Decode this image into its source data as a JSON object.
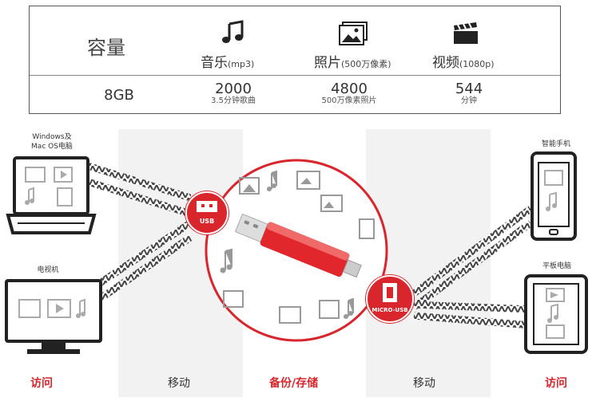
{
  "table": {
    "header_capacity": "容量",
    "columns": [
      {
        "icon": "music-note-icon",
        "label": "音乐",
        "label_small": "(mp3)",
        "value": "2000",
        "sub": "3.5分钟歌曲"
      },
      {
        "icon": "photo-icon",
        "label": "照片",
        "label_small": "(500万像素)",
        "value": "4800",
        "sub": "500万像素照片"
      },
      {
        "icon": "clapperboard-icon",
        "label": "视频",
        "label_small": "(1080p)",
        "value": "544",
        "sub": "分钟"
      }
    ],
    "capacity_value": "8GB"
  },
  "devices": {
    "laptop": "Windows及\nMac OS电脑",
    "tv": "电视机",
    "phone": "智能手机",
    "tablet": "平板电脑"
  },
  "connectors": {
    "usb": "USB",
    "micro_usb": "MICRO-USB"
  },
  "bottom_labels": {
    "access_left": "访问",
    "move_left": "移动",
    "backup_storage": "备份/存储",
    "move_right": "移动",
    "access_right": "访问"
  },
  "colors": {
    "accent_red": "#d9262c",
    "band_grey": "#f2f2f2",
    "dark": "#333333"
  }
}
